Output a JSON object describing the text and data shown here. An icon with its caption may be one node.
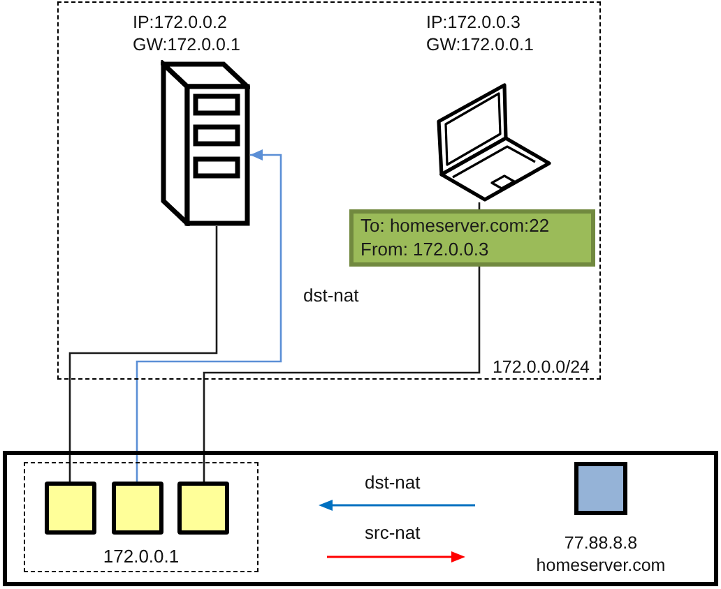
{
  "diagram": {
    "nodes": [
      {
        "text": [
          "172.0.0.0/24"
        ]
      },
      {
        "text": [],
        "shape": "picture",
        "in": 0,
        "beside": [
          "IP:172.0.0.2",
          "GW:172.0.0.1"
        ]
      },
      {
        "text": [],
        "shape": "picture",
        "in": 0,
        "beside": [
          "IP:172.0.0.3",
          "GW:172.0.0.1"
        ]
      },
      {
        "text": [
          "To: homeserver.com:22",
          "From: 172.0.0.3"
        ],
        "in": 0
      },
      {
        "text": [],
        "shape": "box"
      },
      {
        "text": [
          "172.0.0.1"
        ],
        "in": 4
      },
      {
        "text": [],
        "shape": "box",
        "in": 5
      },
      {
        "text": [],
        "shape": "box",
        "in": 5
      },
      {
        "text": [],
        "shape": "box",
        "in": 5
      },
      {
        "text": [],
        "shape": "box",
        "in": 4,
        "beside": [
          "77.88.8.8",
          "homeserver.com"
        ]
      }
    ],
    "edges": [
      {
        "from": 1,
        "to": 6,
        "arrow": "none"
      },
      {
        "from": 7,
        "to": 1,
        "arrow": "to",
        "label": "dst-nat",
        "color": "#5b8fd6"
      },
      {
        "from": 2,
        "to": 3,
        "arrow": "none"
      },
      {
        "from": 3,
        "to": 8,
        "arrow": "none"
      }
    ],
    "labels": [
      "dst-nat",
      "src-nat"
    ]
  }
}
